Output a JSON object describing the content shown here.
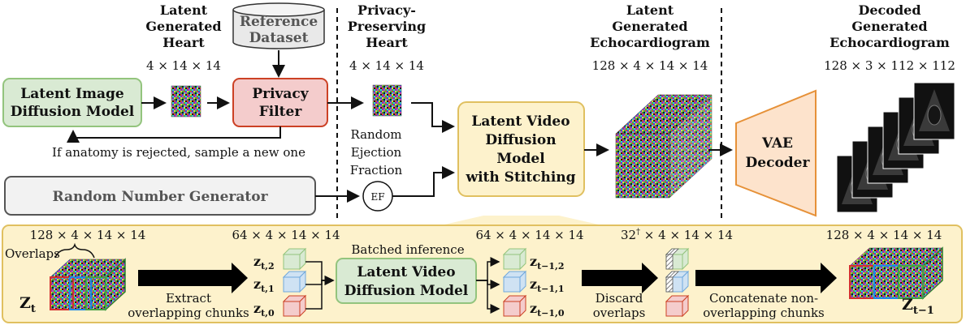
{
  "top": {
    "latent_heart": {
      "title_l1": "Latent",
      "title_l2": "Generated",
      "title_l3": "Heart",
      "dims": "4 × 14 × 14"
    },
    "reference_dataset": {
      "l1": "Reference",
      "l2": "Dataset"
    },
    "privacy_heart": {
      "title_l1": "Privacy-",
      "title_l2": "Preserving",
      "title_l3": "Heart",
      "dims": "4 × 14 × 14"
    },
    "latent_echo": {
      "title_l1": "Latent",
      "title_l2": "Generated",
      "title_l3": "Echocardiogram",
      "dims": "128 × 4 × 14 × 14"
    },
    "decoded_echo": {
      "title_l1": "Decoded",
      "title_l2": "Generated",
      "title_l3": "Echocardiogram",
      "dims": "128 × 3 × 112 × 112"
    },
    "ldm": {
      "l1": "Latent Image",
      "l2": "Diffusion Model"
    },
    "privacy_filter": {
      "l1": "Privacy",
      "l2": "Filter"
    },
    "rejected_note": "If anatomy is rejected, sample a new one",
    "random_ef": {
      "l1": "Random",
      "l2": "Ejection",
      "l3": "Fraction"
    },
    "ef_label": "EF",
    "rng": "Random Number Generator",
    "lvdm": {
      "l1": "Latent Video",
      "l2": "Diffusion",
      "l3": "Model",
      "l4": "with Stitching"
    },
    "vae": {
      "l1": "VAE",
      "l2": "Decoder"
    }
  },
  "bottom": {
    "dims_in": "128 × 4 × 14 × 14",
    "overlaps": "Overlaps",
    "z_in": "Z",
    "z_in_sub": "t",
    "extract_l1": "Extract",
    "extract_l2": "overlapping chunks",
    "dims_chunks": "64 × 4 × 14 × 14",
    "chunks_in": [
      {
        "z": "z",
        "sub": "t,2"
      },
      {
        "z": "z",
        "sub": "t,1"
      },
      {
        "z": "z",
        "sub": "t,0"
      }
    ],
    "batched": "Batched inference",
    "lvdm2": {
      "l1": "Latent Video",
      "l2": "Diffusion Model"
    },
    "dims_chunks_out": "64 × 4 × 14 × 14",
    "chunks_out": [
      {
        "z": "z",
        "sub": "t−1,2"
      },
      {
        "z": "z",
        "sub": "t−1,1"
      },
      {
        "z": "z",
        "sub": "t−1,0"
      }
    ],
    "discard_l1": "Discard",
    "discard_l2": "overlaps",
    "dims_discard": "32",
    "dims_discard_sup": "†",
    "dims_discard_rest": " × 4 × 14 × 14",
    "concat_l1": "Concatenate non-",
    "concat_l2": "overlapping chunks",
    "dims_out": "128 × 4 × 14 × 14",
    "z_out": "Z",
    "z_out_sub": "t−1"
  },
  "colors": {
    "green_fill": "#d9ead3",
    "green_stroke": "#93c47d",
    "red_fill": "#f4cccc",
    "red_stroke": "#cc4125",
    "yellow_fill": "#fdf2cc",
    "yellow_stroke": "#e0c060",
    "peach_fill": "#fde3cc",
    "peach_stroke": "#e69138",
    "blue_fill": "#cfe2f3",
    "blue_stroke": "#6fa8dc"
  }
}
